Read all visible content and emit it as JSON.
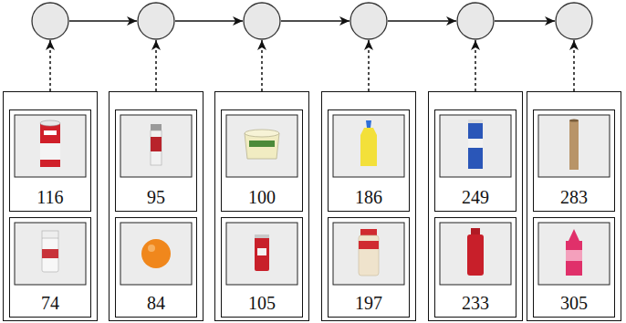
{
  "diagram": {
    "nodes": [
      {
        "text": []
      },
      {
        "text": []
      },
      {
        "text": []
      },
      {
        "text": []
      },
      {
        "text": []
      },
      {
        "text": []
      },
      {
        "text": []
      },
      {
        "text": [
          "116"
        ],
        "in": 6
      },
      {
        "text": [
          "74"
        ],
        "in": 6
      },
      {
        "text": []
      },
      {
        "text": [
          "95"
        ],
        "in": 9
      },
      {
        "text": [
          "84"
        ],
        "in": 9
      },
      {
        "text": []
      },
      {
        "text": [
          "100"
        ],
        "in": 12
      },
      {
        "text": [
          "105"
        ],
        "in": 12
      },
      {
        "text": []
      },
      {
        "text": [
          "186"
        ],
        "in": 15
      },
      {
        "text": [
          "197"
        ],
        "in": 15
      },
      {
        "text": []
      },
      {
        "text": [
          "249"
        ],
        "in": 18
      },
      {
        "text": [
          "233"
        ],
        "in": 18
      },
      {
        "text": []
      },
      {
        "text": [
          "283"
        ],
        "in": 21
      },
      {
        "text": [
          "305"
        ],
        "in": 21
      }
    ],
    "edges": [
      {
        "from": 0,
        "to": 1,
        "arrow": "to"
      },
      {
        "from": 1,
        "to": 2,
        "arrow": "to"
      },
      {
        "from": 2,
        "to": 3,
        "arrow": "to"
      },
      {
        "from": 3,
        "to": 4,
        "arrow": "to"
      },
      {
        "from": 4,
        "to": 5,
        "arrow": "to"
      },
      {
        "from": 6,
        "to": 0,
        "arrow": "to"
      },
      {
        "from": 9,
        "to": 1,
        "arrow": "to"
      },
      {
        "from": 12,
        "to": 2,
        "arrow": "to"
      },
      {
        "from": 15,
        "to": 3,
        "arrow": "to"
      },
      {
        "from": 18,
        "to": 4,
        "arrow": "to"
      },
      {
        "from": 21,
        "to": 5,
        "arrow": "to"
      }
    ]
  }
}
